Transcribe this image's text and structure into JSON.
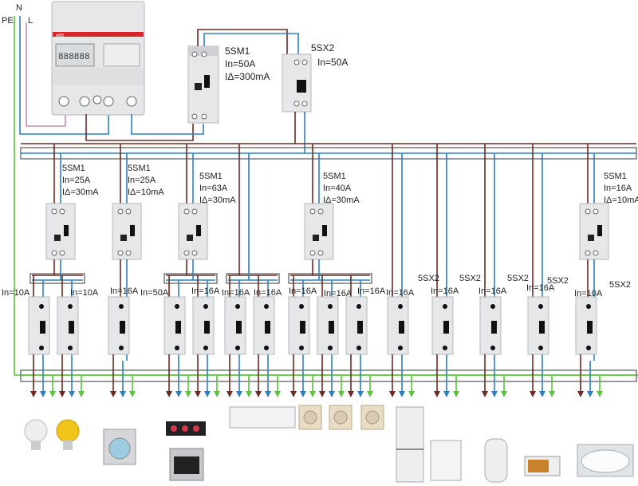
{
  "title": "Residential distribution board wiring diagram",
  "conductors": {
    "pe_label": "PE",
    "n_label": "N",
    "l_label": "L",
    "colors": {
      "L": "#6b2b23",
      "N": "#2f7fbf",
      "PE": "#5cc43a",
      "supply_L": "#c78bb0"
    }
  },
  "meter": {
    "brand": "ABB",
    "display": "888888"
  },
  "main_rcd": {
    "model": "5SM1",
    "rating": "In=50A",
    "leakage": "IΔ=300mA"
  },
  "main_breaker": {
    "model": "5SX2",
    "rating": "In=50A"
  },
  "rcds": [
    {
      "model": "5SM1",
      "rating": "In=25A",
      "leakage": "IΔ=30mA"
    },
    {
      "model": "5SM1",
      "rating": "In=25A",
      "leakage": "IΔ=10mA"
    },
    {
      "model": "5SM1",
      "rating": "In=63A",
      "leakage": "IΔ=30mA"
    },
    {
      "model": "5SM1",
      "rating": "In=40A",
      "leakage": "IΔ=30mA"
    },
    {
      "model": "5SM1",
      "rating": "In=16A",
      "leakage": "IΔ=10mA"
    }
  ],
  "breakers": [
    {
      "model": "",
      "rating": "In=10A"
    },
    {
      "model": "",
      "rating": "In=10A"
    },
    {
      "model": "",
      "rating": "In=16A"
    },
    {
      "model": "",
      "rating": "In=50A"
    },
    {
      "model": "",
      "rating": "In=16A"
    },
    {
      "model": "",
      "rating": "In=16A"
    },
    {
      "model": "",
      "rating": "In=16A"
    },
    {
      "model": "",
      "rating": "In=16A"
    },
    {
      "model": "",
      "rating": "In=16A"
    },
    {
      "model": "",
      "rating": "In=16A"
    },
    {
      "model": "",
      "rating": "In=16A"
    },
    {
      "model": "5SX2",
      "rating": "In=16A"
    },
    {
      "model": "5SX2",
      "rating": "In=16A"
    },
    {
      "model": "5SX2",
      "rating": "In=16A"
    },
    {
      "model": "5SX2",
      "rating": "In=10A"
    }
  ],
  "loads": [
    "lighting-white-bulb",
    "lighting-yellow-bulb",
    "washing-machine",
    "cooktop",
    "oven",
    "air-conditioner",
    "socket",
    "socket",
    "socket",
    "refrigerator",
    "dishwasher",
    "water-heater",
    "microwave",
    "bathtub"
  ]
}
